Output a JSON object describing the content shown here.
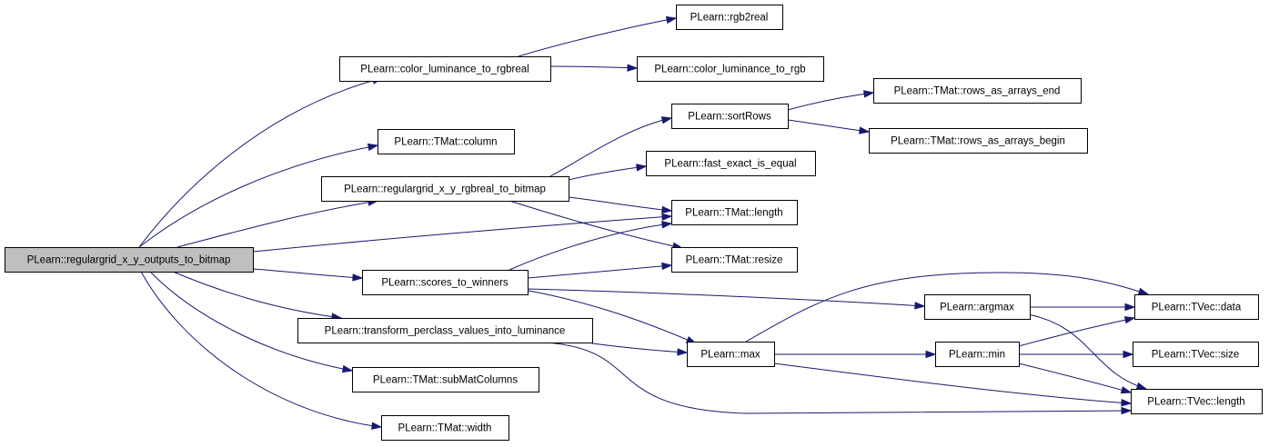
{
  "diagram": {
    "type": "call-graph",
    "colors": {
      "edge": "#191970",
      "node_border": "#000000",
      "root_fill": "#bfbfbf",
      "node_fill": "#ffffff",
      "background": "#ffffff"
    },
    "nodes": [
      {
        "id": "root",
        "label": "PLearn::regulargrid_x_y_outputs_to_bitmap"
      },
      {
        "id": "color_lum_rgbreal",
        "label": "PLearn::color_luminance_to_rgbreal"
      },
      {
        "id": "rgb2real",
        "label": "PLearn::rgb2real"
      },
      {
        "id": "color_lum_rgb",
        "label": "PLearn::color_luminance_to_rgb"
      },
      {
        "id": "tmat_column",
        "label": "PLearn::TMat::column"
      },
      {
        "id": "rg_rgbreal_bitmap",
        "label": "PLearn::regulargrid_x_y_rgbreal_to_bitmap"
      },
      {
        "id": "sortrows",
        "label": "PLearn::sortRows"
      },
      {
        "id": "rows_end",
        "label": "PLearn::TMat::rows_as_arrays_end"
      },
      {
        "id": "rows_begin",
        "label": "PLearn::TMat::rows_as_arrays_begin"
      },
      {
        "id": "fast_exact",
        "label": "PLearn::fast_exact_is_equal"
      },
      {
        "id": "tmat_length",
        "label": "PLearn::TMat::length"
      },
      {
        "id": "tmat_resize",
        "label": "PLearn::TMat::resize"
      },
      {
        "id": "scores_winners",
        "label": "PLearn::scores_to_winners"
      },
      {
        "id": "argmax",
        "label": "PLearn::argmax"
      },
      {
        "id": "tvec_data",
        "label": "PLearn::TVec::data"
      },
      {
        "id": "transform_lum",
        "label": "PLearn::transform_perclass_values_into_luminance"
      },
      {
        "id": "max",
        "label": "PLearn::max"
      },
      {
        "id": "min",
        "label": "PLearn::min"
      },
      {
        "id": "tvec_size",
        "label": "PLearn::TVec::size"
      },
      {
        "id": "submat_cols",
        "label": "PLearn::TMat::subMatColumns"
      },
      {
        "id": "tvec_length",
        "label": "PLearn::TVec::length"
      },
      {
        "id": "tmat_width",
        "label": "PLearn::TMat::width"
      }
    ],
    "edges": [
      {
        "from": "root",
        "to": "color_lum_rgbreal"
      },
      {
        "from": "root",
        "to": "tmat_column"
      },
      {
        "from": "root",
        "to": "rg_rgbreal_bitmap"
      },
      {
        "from": "root",
        "to": "tmat_length"
      },
      {
        "from": "root",
        "to": "scores_winners"
      },
      {
        "from": "root",
        "to": "transform_lum"
      },
      {
        "from": "root",
        "to": "submat_cols"
      },
      {
        "from": "root",
        "to": "tmat_width"
      },
      {
        "from": "color_lum_rgbreal",
        "to": "rgb2real"
      },
      {
        "from": "color_lum_rgbreal",
        "to": "color_lum_rgb"
      },
      {
        "from": "rg_rgbreal_bitmap",
        "to": "sortrows"
      },
      {
        "from": "rg_rgbreal_bitmap",
        "to": "fast_exact"
      },
      {
        "from": "rg_rgbreal_bitmap",
        "to": "tmat_length"
      },
      {
        "from": "rg_rgbreal_bitmap",
        "to": "tmat_resize"
      },
      {
        "from": "sortrows",
        "to": "rows_end"
      },
      {
        "from": "sortrows",
        "to": "rows_begin"
      },
      {
        "from": "scores_winners",
        "to": "tmat_length"
      },
      {
        "from": "scores_winners",
        "to": "tmat_resize"
      },
      {
        "from": "scores_winners",
        "to": "argmax"
      },
      {
        "from": "scores_winners",
        "to": "max"
      },
      {
        "from": "transform_lum",
        "to": "max"
      },
      {
        "from": "transform_lum",
        "to": "tvec_length"
      },
      {
        "from": "argmax",
        "to": "tvec_data"
      },
      {
        "from": "argmax",
        "to": "tvec_length"
      },
      {
        "from": "max",
        "to": "tvec_data"
      },
      {
        "from": "max",
        "to": "min"
      },
      {
        "from": "max",
        "to": "tvec_length"
      },
      {
        "from": "min",
        "to": "tvec_data"
      },
      {
        "from": "min",
        "to": "tvec_size"
      },
      {
        "from": "min",
        "to": "tvec_length"
      }
    ]
  }
}
